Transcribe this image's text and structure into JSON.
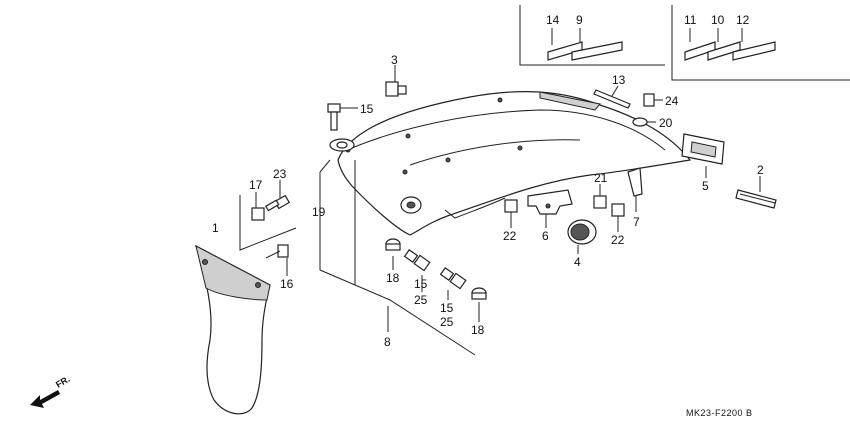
{
  "diagram_code": "MK23-F2200 B",
  "direction_label": "FR.",
  "callouts": {
    "c1": "1",
    "c2": "2",
    "c3": "3",
    "c4": "4",
    "c5": "5",
    "c6": "6",
    "c7": "7",
    "c8": "8",
    "c9": "9",
    "c10": "10",
    "c11": "11",
    "c12": "12",
    "c13": "13",
    "c14": "14",
    "c15a": "15",
    "c15b": "15",
    "c15c": "15",
    "c16": "16",
    "c17": "17",
    "c18a": "18",
    "c18b": "18",
    "c19": "19",
    "c20": "20",
    "c21": "21",
    "c22a": "22",
    "c22b": "22",
    "c23": "23",
    "c24": "24",
    "c25a": "25",
    "c25b": "25"
  }
}
